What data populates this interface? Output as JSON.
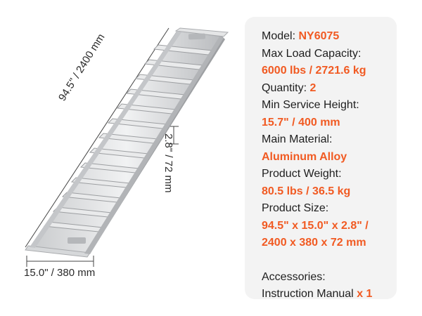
{
  "dimensions": {
    "length": "94.5\" / 2400 mm",
    "height": "2.8\" / 72 mm",
    "width": "15.0\" / 380 mm"
  },
  "specs": {
    "model_label": "Model: ",
    "model_value": "NY6075",
    "max_load_label": "Max Load Capacity:",
    "max_load_value": "6000 lbs / 2721.6 kg",
    "quantity_label": "Quantity: ",
    "quantity_value": "2",
    "min_height_label": "Min Service Height:",
    "min_height_value": "15.7\" / 400 mm",
    "material_label": "Main Material:",
    "material_value": "Aluminum Alloy",
    "weight_label": "Product Weight:",
    "weight_value": "80.5 lbs / 36.5 kg",
    "size_label": "Product Size:",
    "size_value_1": "94.5\" x 15.0\" x 2.8\" /",
    "size_value_2": "2400 x 380 x 72 mm",
    "accessories_label": "Accessories:",
    "manual_label": "Instruction Manual ",
    "manual_value": "x 1"
  },
  "colors": {
    "accent": "#f15a22",
    "panel": "#f3f3f3",
    "text": "#1e1e1e"
  }
}
